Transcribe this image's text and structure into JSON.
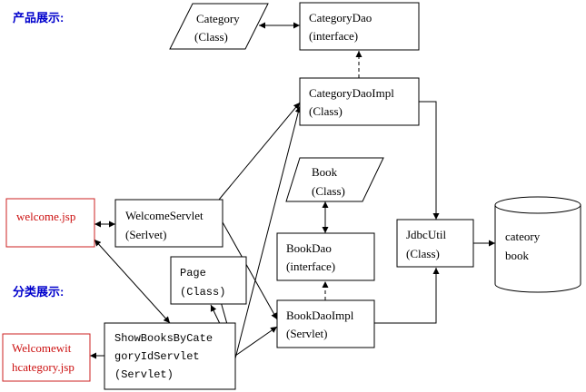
{
  "sections": {
    "product": "产品展示:",
    "category": "分类展示:"
  },
  "nodes": {
    "category": [
      "Category",
      "(Class)"
    ],
    "category_dao": [
      "CategoryDao",
      "(interface)"
    ],
    "category_dao_impl": [
      "CategoryDaoImpl",
      "(Class)"
    ],
    "book": [
      "Book",
      "(Class)"
    ],
    "book_dao": [
      "BookDao",
      "(interface)"
    ],
    "book_dao_impl": [
      "BookDaoImpl",
      "(Servlet)"
    ],
    "jdbc_util": [
      "JdbcUtil",
      "(Class)"
    ],
    "database": [
      "cateory",
      "book"
    ],
    "welcome_jsp": [
      "welcome.jsp"
    ],
    "welcome_servlet": [
      "WelcomeServlet",
      "(Serlvet)"
    ],
    "page": [
      "Page",
      "(Class)"
    ],
    "show_books_servlet": [
      "ShowBooksByCate",
      "goryIdServlet",
      "(Servlet)"
    ],
    "welcome_category_jsp": [
      "Welcomewit",
      "hcategory.jsp"
    ]
  },
  "colors": {
    "jsp_border": "#cc2222",
    "jsp_text": "#cc1111",
    "section_label": "#0000cc",
    "line": "#000000"
  }
}
